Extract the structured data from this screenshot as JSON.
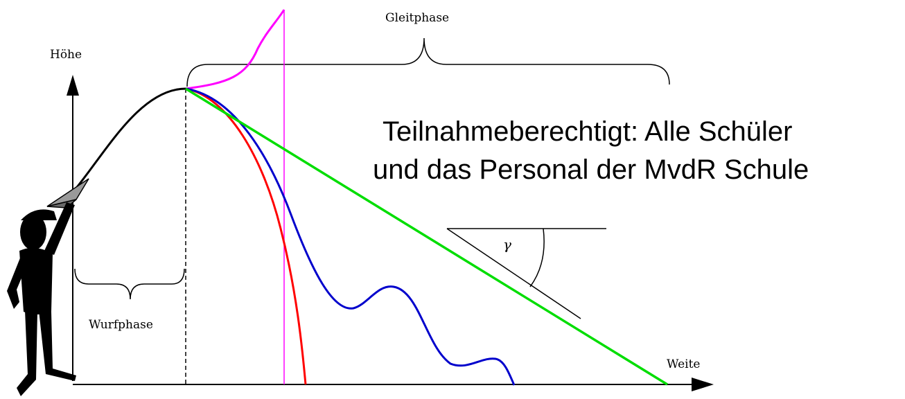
{
  "labels": {
    "height_axis": "Höhe",
    "width_axis": "Weite",
    "glide_phase": "Gleitphase",
    "throw_phase": "Wurfphase",
    "angle": "γ"
  },
  "caption": {
    "line1": "Teilnahmeberechtigt: Alle Schüler",
    "line2": "und das Personal der MvdR Schule"
  },
  "colors": {
    "throw_curve": "#000000",
    "magenta_curve": "#ff00ff",
    "magenta_line": "#ff00ff",
    "red_curve": "#ff0000",
    "blue_curve": "#0000cc",
    "green_line": "#00dd00",
    "axes": "#000000"
  },
  "icons": {
    "thrower": "thrower-figure-icon",
    "paper_plane": "paper-plane-icon"
  }
}
